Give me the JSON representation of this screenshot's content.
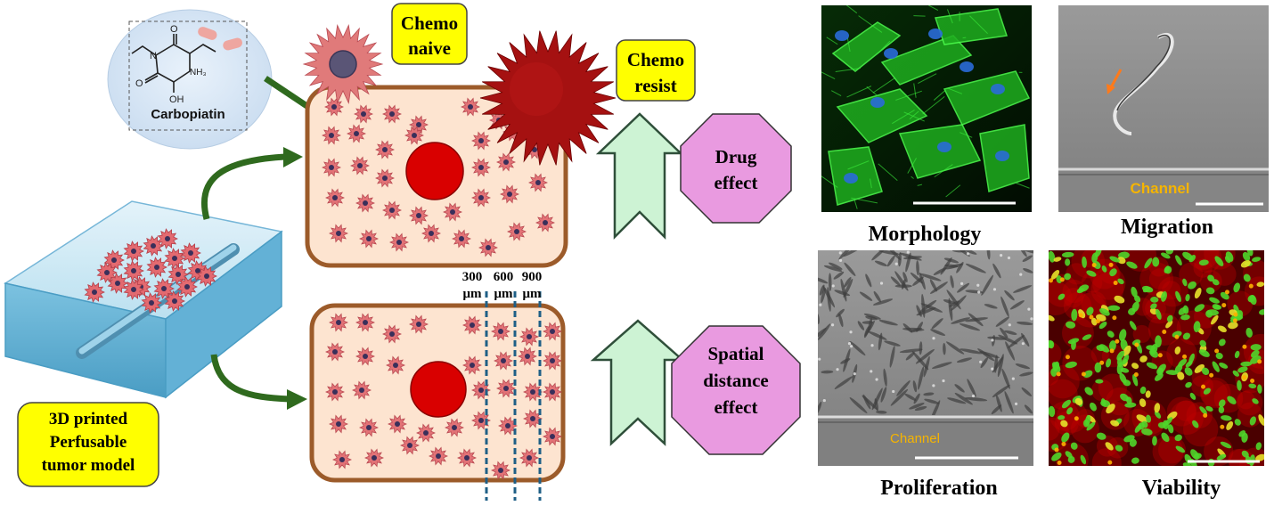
{
  "drug_bubble": {
    "name": "Carbopiatin"
  },
  "chemo_naive_label": {
    "line1": "Chemo",
    "line2": "naive"
  },
  "chemo_resist_label": {
    "line1": "Chemo",
    "line2": "resist"
  },
  "model_label": {
    "line1": "3D printed",
    "line2": "Perfusable",
    "line3": "tumor model"
  },
  "distances": {
    "d300": {
      "value": "300",
      "unit": "μm"
    },
    "d600": {
      "value": "600",
      "unit": "μm"
    },
    "d900": {
      "value": "900",
      "unit": "μm"
    }
  },
  "effects": {
    "drug": {
      "line1": "Drug",
      "line2": "effect"
    },
    "spatial": {
      "line1": "Spatial",
      "line2": "distance",
      "line3": "effect"
    }
  },
  "panels": {
    "morphology": "Morphology",
    "migration": "Migration",
    "proliferation": "Proliferation",
    "viability": "Viability"
  },
  "channel_labels": {
    "migration": "Channel",
    "proliferation": "Channel"
  },
  "colors": {
    "callout_yellow": "#ffff00",
    "octagon_fill": "#e99ae0",
    "arrow_fill": "#cdf3d4",
    "tissue_fill": "#fde4d0",
    "tissue_border": "#9c5b2a",
    "nucleus_red": "#d90000",
    "resistant_cell": "#a61010",
    "curve_arrow": "#2f6a1e",
    "channel_text": "#f5b400"
  }
}
